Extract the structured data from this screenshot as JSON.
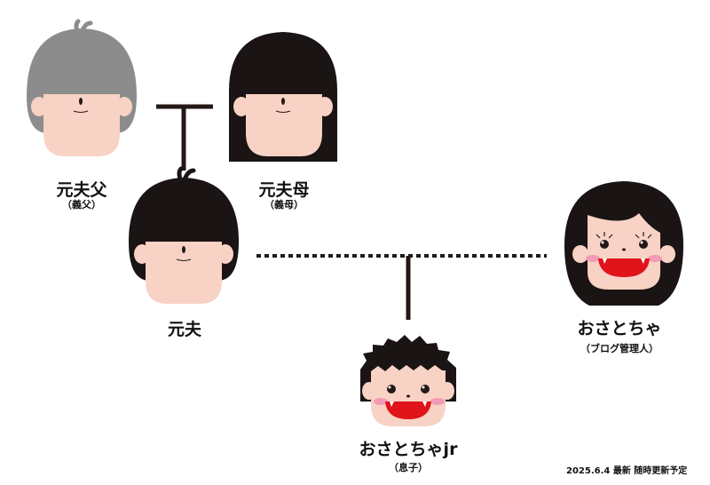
{
  "people": {
    "father_in_law": {
      "name": "元夫父",
      "role": "（義父）"
    },
    "mother_in_law": {
      "name": "元夫母",
      "role": "（義母）"
    },
    "ex_husband": {
      "name": "元夫"
    },
    "author": {
      "name": "おさとちゃ",
      "role": "（ブログ管理人）"
    },
    "son": {
      "name": "おさとちゃjr",
      "role": "（息子）"
    }
  },
  "footnote": "2025.6.4 最新  随時更新予定",
  "colors": {
    "hair_gray": "#8c8c8c",
    "hair_black": "#1a1414",
    "skin": "#f8d2c4",
    "mouth_red": "#e0141a",
    "cheek_pink": "#f39bb5",
    "line": "#231815"
  }
}
